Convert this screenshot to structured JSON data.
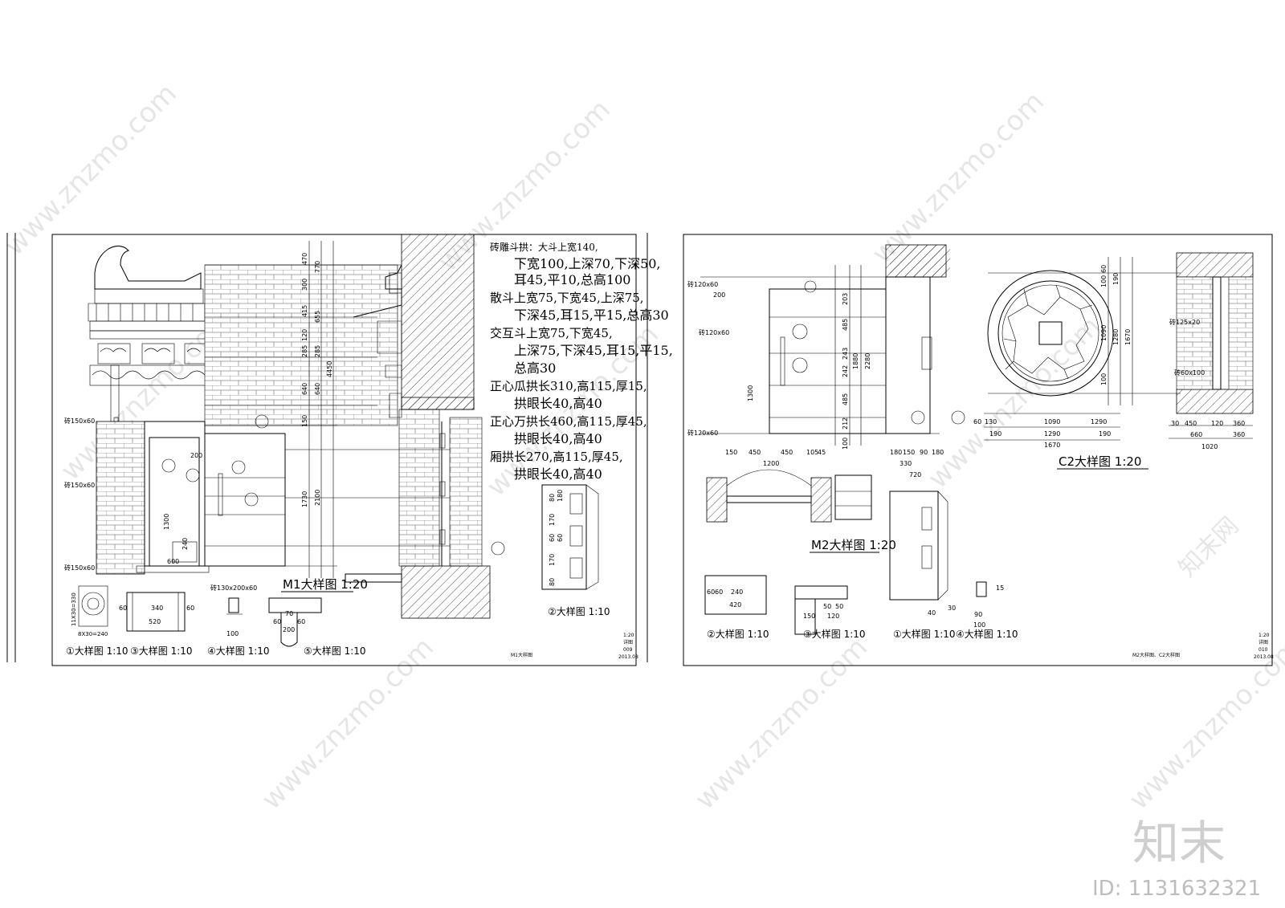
{
  "left_sheet": {
    "notes": [
      "砖雕斗拱：大斗上宽140,",
      "下宽100,上深70,下深50,",
      "耳45,平10,总高100",
      "散斗上宽75,下宽45,上深75,",
      "下深45,耳15,平15,总高30",
      "交互斗上宽75,下宽45,",
      "上深75,下深45,耳15,平15,",
      "总高30",
      "正心瓜拱长310,高115,厚15,",
      "拱眼长40,高40",
      "正心万拱长460,高115,厚45,",
      "拱眼长40,高40",
      "厢拱长270,高115,厚45,",
      "拱眼长40,高40"
    ],
    "main_caption": "M1大样图 1:20",
    "detail_captions": [
      "①大样图 1:10",
      "③大样图 1:10",
      "④大样图 1:10",
      "⑤大样图 1:10",
      "②大样图 1:10"
    ],
    "brick_labels": [
      "砖150x60",
      "砖150x60",
      "砖150x60",
      "砖130x200x60"
    ],
    "dims_vertical": [
      "470",
      "770",
      "300",
      "415",
      "655",
      "120",
      "285",
      "285",
      "640",
      "640",
      "4450",
      "150",
      "1730",
      "2100",
      "1300",
      "240"
    ],
    "dims_horizontal": [
      "600",
      "200",
      "340",
      "520",
      "60",
      "60",
      "100",
      "70",
      "60",
      "60",
      "200",
      "80",
      "180",
      "170",
      "60",
      "60",
      "170",
      "80"
    ],
    "mask_note": "8X30=240",
    "mask_note2": "11X30=330",
    "title_block": [
      "1:20",
      "详图",
      "009",
      "2013.08"
    ],
    "sheet_title": "M1大样图"
  },
  "right_sheet": {
    "main_caption_m2": "M2大样图 1:20",
    "main_caption_c2": "C2大样图 1:20",
    "detail_captions": [
      "②大样图 1:10",
      "③大样图 1:10",
      "①大样图 1:10",
      "④大样图 1:10"
    ],
    "brick_labels": [
      "砖120x60",
      "砖120x60",
      "砖120x60",
      "砖125x20",
      "砖60x100"
    ],
    "dims_m2": [
      "200",
      "203",
      "485",
      "243",
      "242",
      "1880",
      "2280",
      "485",
      "212",
      "100",
      "1300",
      "150",
      "450",
      "450",
      "105",
      "45",
      "1200",
      "180",
      "150",
      "90",
      "180",
      "330",
      "720"
    ],
    "dims_c2": [
      "60",
      "100",
      "190",
      "1290",
      "1670",
      "1090",
      "1280",
      "100",
      "190",
      "60",
      "130",
      "190",
      "1090",
      "1290",
      "1670",
      "30",
      "450",
      "120",
      "360",
      "660",
      "360",
      "1020"
    ],
    "dims_details": [
      "240",
      "420",
      "60",
      "60",
      "150",
      "120",
      "50",
      "50",
      "90",
      "100",
      "40",
      "30",
      "15"
    ],
    "title_block": [
      "1:20",
      "详图",
      "010",
      "2013.08"
    ],
    "sheet_title": "M2大样图、C2大样图"
  },
  "watermark": {
    "site": "www.znzmo.com",
    "brand_cn": "知末网",
    "logo": "知末",
    "id_text": "ID: 1131632321"
  }
}
